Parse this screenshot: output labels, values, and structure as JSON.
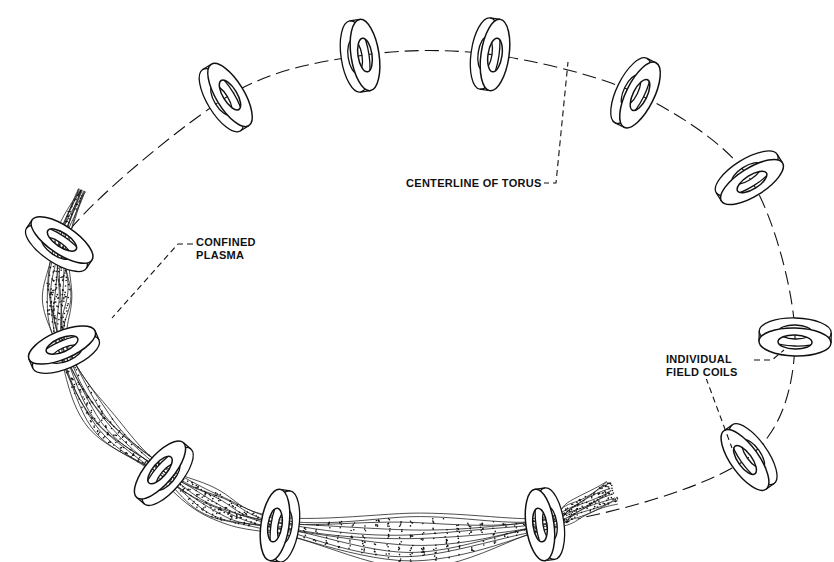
{
  "diagram": {
    "labels": [
      "CENTERLINE OF TORUS",
      "CONFINED PLASMA",
      "INDIVIDUAL FIELD COILS"
    ]
  }
}
